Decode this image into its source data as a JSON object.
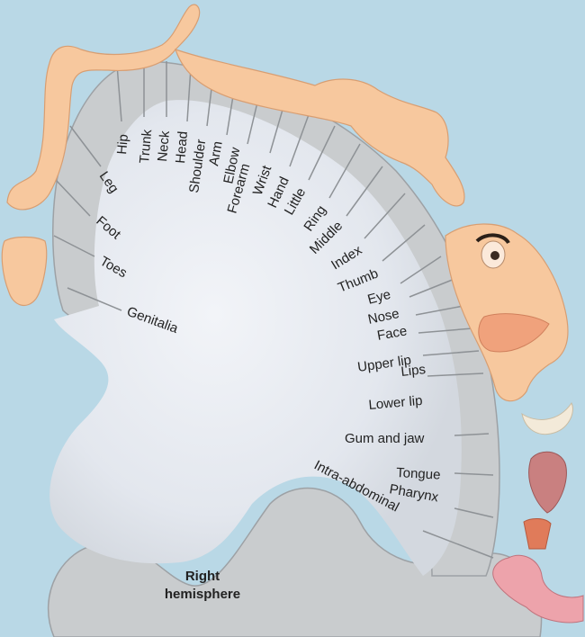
{
  "labels": {
    "hip": "Hip",
    "trunk": "Trunk",
    "neck": "Neck",
    "head": "Head",
    "shoulder": "Shoulder",
    "arm": "Arm",
    "elbow": "Elbow",
    "forearm": "Forearm",
    "wrist": "Wrist",
    "hand": "Hand",
    "little": "Little",
    "ring": "Ring",
    "middle": "Middle",
    "index": "Index",
    "thumb": "Thumb",
    "eye": "Eye",
    "nose": "Nose",
    "face": "Face",
    "upper_lip": "Upper lip",
    "lips": "Lips",
    "lower_lip": "Lower lip",
    "gum_and_jaw": "Gum and jaw",
    "tongue": "Tongue",
    "pharynx": "Pharynx",
    "intra_abdominal": "Intra-abdominal",
    "leg": "Leg",
    "foot": "Foot",
    "toes": "Toes",
    "genitalia": "Genitalia"
  },
  "hemisphere": {
    "line1": "Right",
    "line2": "hemisphere"
  },
  "colors": {
    "background": "#b9d8e6",
    "cortex": "#c9ccce",
    "cortex_inner": "#e4e8ee",
    "skin": "#f7c89e",
    "organ": "#e9a0a0"
  }
}
